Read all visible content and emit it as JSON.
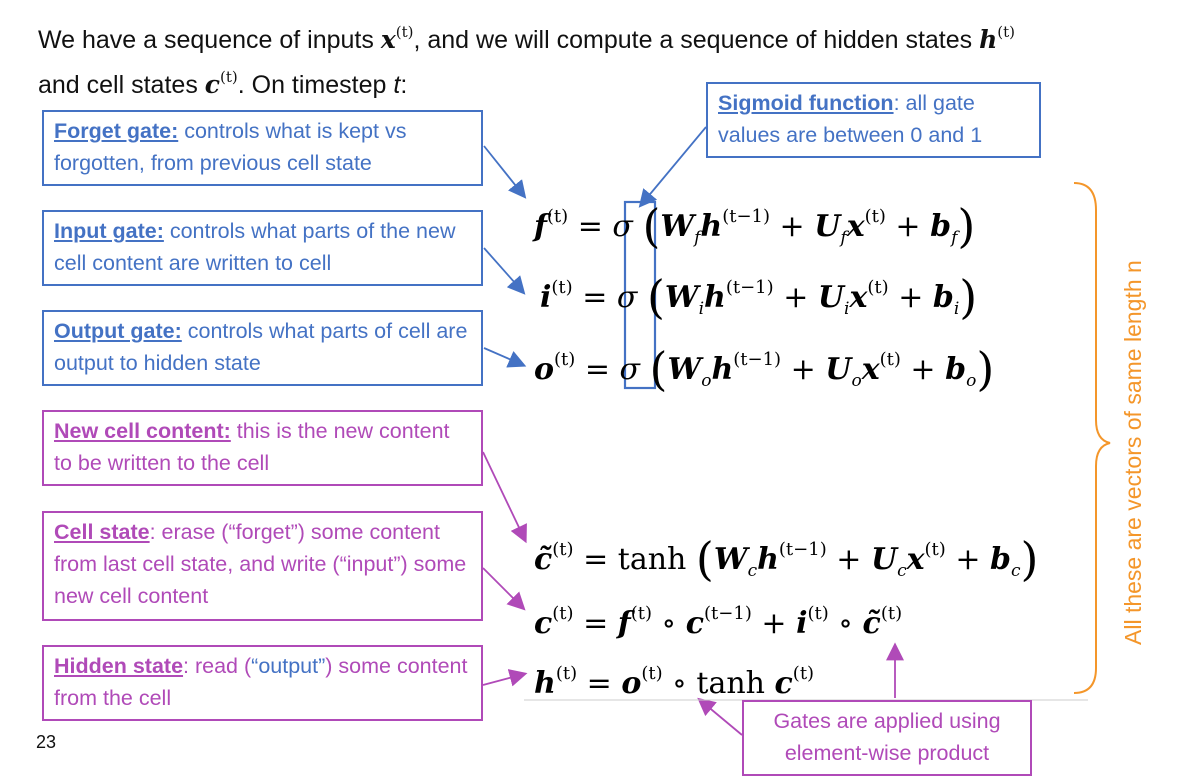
{
  "intro": {
    "line1_pre": "We have a sequence of inputs ",
    "line1_mid": ", and we will compute a sequence of hidden states ",
    "line2_pre": "and cell states ",
    "line2_post": ". On timestep ",
    "t": "t",
    "colon": ":"
  },
  "boxes": {
    "forget": {
      "term": "Forget gate:",
      "text": " controls what is kept vs forgotten, from previous cell state"
    },
    "input": {
      "term": "Input gate:",
      "text": " controls what parts of the new cell content are written to cell"
    },
    "output": {
      "term": "Output gate:",
      "text": " controls what parts of cell are output to hidden state"
    },
    "sigmoid": {
      "term": "Sigmoid function",
      "text": ": all gate values are between 0 and 1"
    },
    "newcell": {
      "term": "New cell content:",
      "text": " this is the new content to be written to the cell"
    },
    "cellstate": {
      "term": "Cell state",
      "text_a": ": erase (“forget”) some content from last cell state, and write (“input”) some new cell content"
    },
    "hidden": {
      "term": "Hidden state",
      "text_a": ": read (",
      "text_quote": "“output”",
      "text_b": ") some content from the cell"
    },
    "gates": {
      "text": "Gates are applied using element-wise product"
    }
  },
  "vertical_label": "All these are vectors of same length n",
  "slide_number": "23",
  "colors": {
    "blue": "#4472c4",
    "purple": "#b04ab8",
    "orange": "#f4962a"
  }
}
